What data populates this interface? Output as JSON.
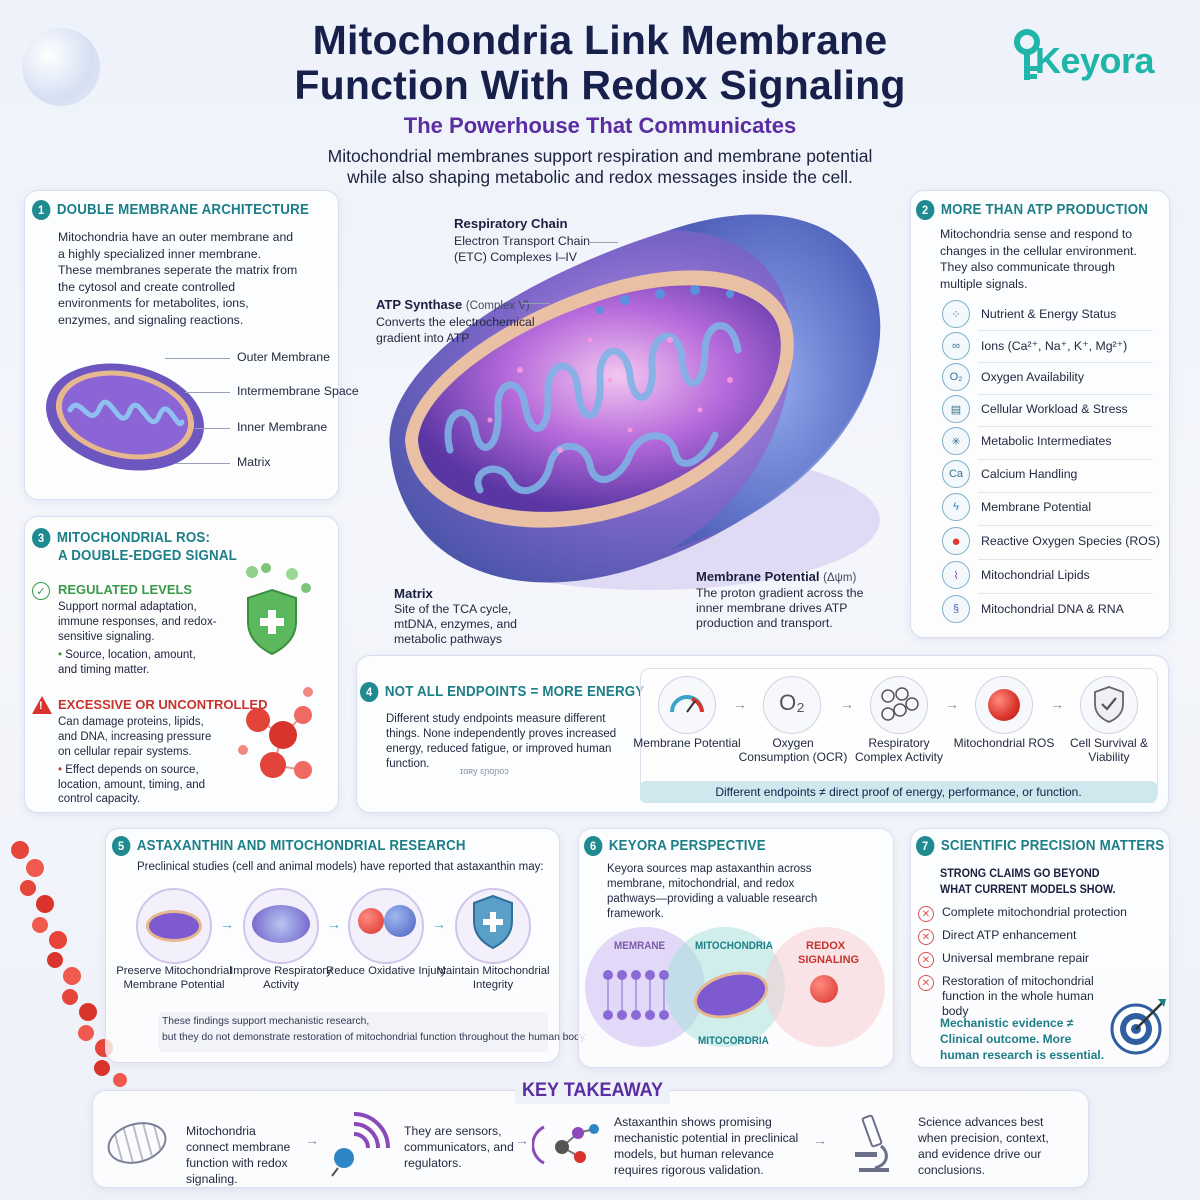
{
  "header": {
    "title_line1": "Mitochondria Link Membrane",
    "title_line2": "Function With Redox Signaling",
    "subtitle": "The Powerhouse That Communicates",
    "intro_line1": "Mitochondrial membranes support respiration and membrane potential",
    "intro_line2": "while also shaping metabolic and redox messages inside the cell.",
    "logo": "Keyora"
  },
  "section1": {
    "number": "1",
    "title": "DOUBLE MEMBRANE ARCHITECTURE",
    "body": "Mitochondria have an outer membrane and a highly specialized inner membrane. These membranes seperate the matrix from the cytosol and create controlled environments for metabolites, ions, enzymes, and signaling reactions.",
    "labels": [
      "Outer Membrane",
      "Intermembrane Space",
      "Inner Membrane",
      "Matrix"
    ]
  },
  "center": {
    "resp_title": "Respiratory Chain",
    "resp_body1": "Electron Transport Chain",
    "resp_body2": "(ETC) Complexes I–IV",
    "atp_title": "ATP Synthase",
    "atp_suffix": "(Complex V)",
    "atp_body1": "Converts the electrochemical",
    "atp_body2": "gradient into ATP",
    "matrix_title": "Matrix",
    "matrix_body1": "Site of the TCA cycle,",
    "matrix_body2": "mtDNA, enzymes, and",
    "matrix_body3": "metabolic pathways",
    "mp_title": "Membrane Potential",
    "mp_symbol": "(Δψm)",
    "mp_body1": "The proton gradient across the",
    "mp_body2": "inner membrane drives ATP",
    "mp_body3": "production and transport."
  },
  "section2": {
    "number": "2",
    "title": "MORE THAN ATP PRODUCTION",
    "body": "Mitochondria sense and respond to changes in the cellular environment. They also communicate through multiple signals.",
    "items": [
      {
        "icon": "⁘",
        "label": "Nutrient & Energy Status"
      },
      {
        "icon": "∞",
        "label": "Ions (Ca²⁺, Na⁺, K⁺, Mg²⁺)"
      },
      {
        "icon": "O₂",
        "label": "Oxygen Availability"
      },
      {
        "icon": "▤",
        "label": "Cellular Workload & Stress"
      },
      {
        "icon": "✳",
        "label": "Metabolic Intermediates"
      },
      {
        "icon": "Ca",
        "label": "Calcium Handling"
      },
      {
        "icon": "ϟ",
        "label": "Membrane Potential"
      },
      {
        "icon": "●",
        "label": "Reactive Oxygen Species (ROS)"
      },
      {
        "icon": "⌇",
        "label": "Mitochondrial Lipids"
      },
      {
        "icon": "§",
        "label": "Mitochondrial DNA & RNA"
      }
    ]
  },
  "section3": {
    "number": "3",
    "title_line1": "MITOCHONDRIAL ROS:",
    "title_line2": "A DOUBLE-EDGED SIGNAL",
    "regulated_title": "REGULATED LEVELS",
    "regulated_body": "Support normal adaptation, immune responses, and redox-sensitive signaling.",
    "regulated_bullet": "Source, location, amount, and timing matter.",
    "excessive_title": "EXCESSIVE OR UNCONTROLLED",
    "excessive_body": "Can damage proteins, lipids, and DNA, increasing pressure on cellular repair systems.",
    "excessive_bullet": "Effect depends on source, location, amount, timing, and control capacity."
  },
  "section4": {
    "number": "4",
    "title": "NOT ALL ENDPOINTS = MORE ENERGY",
    "body": "Different study endpoints measure different things. None independently proves increased energy, reduced fatigue, or improved human function.",
    "faint": "ɪɑʀy ɛɲɑɲoɔ",
    "endpoints": [
      "Membrane Potential",
      "Oxygen Consumption (OCR)",
      "Respiratory Complex Activity",
      "Mitochondrial ROS",
      "Cell Survival & Viability"
    ],
    "endpoint_o2": "O₂",
    "banner": "Different endpoints ≠ direct proof of energy, performance, or function."
  },
  "section5": {
    "number": "5",
    "title": "ASTAXANTHIN AND MITOCHONDRIAL RESEARCH",
    "intro": "Preclinical studies (cell and animal models) have reported that astaxanthin may:",
    "steps": [
      "Preserve Mitochondrial Membrane Potential",
      "Improve Respiratory Activity",
      "Reduce Oxidative Injury",
      "Maintain Mitochondrial Integrity"
    ],
    "note_line1": "These findings support mechanistic research,",
    "note_line2": "but they do not demonstrate restoration of mitochondrial function throughout the human body."
  },
  "section6": {
    "number": "6",
    "title": "KEYORA PERSPECTIVE",
    "body": "Keyora sources map astaxanthin across membrane, mitochondrial, and redox pathways—providing a valuable research framework.",
    "venn_left": "MEMRANE",
    "venn_mid": "MITOCHONDRIA",
    "venn_right_1": "REDOX",
    "venn_right_2": "SIGNALING",
    "venn_bottom": "MITOCORDRIA"
  },
  "section7": {
    "number": "7",
    "title": "SCIENTIFIC PRECISION MATTERS",
    "strong_line1": "STRONG CLAIMS GO BEYOND",
    "strong_line2": "WHAT CURRENT MODELS SHOW.",
    "claims": [
      "Complete mitochondrial protection",
      "Direct ATP enhancement",
      "Universal membrane repair",
      "Restoration of mitochondrial function in the whole human body"
    ],
    "footer": "Mechanistic evidence ≠ Clinical outcome. More human research is essential."
  },
  "takeaway": {
    "title": "KEY TAKEAWAY",
    "items": [
      "Mitochondria connect membrane function with redox signaling.",
      "They are sensors, communicators, and regulators.",
      "Astaxanthin shows promising mechanistic potential in preclinical models, but human relevance requires rigorous validation.",
      "Science advances best when precision, context, and evidence drive our conclusions."
    ]
  },
  "colors": {
    "teal": "#1c7e86",
    "navy": "#16204a",
    "purple": "#5a2ea0",
    "red": "#c8332c",
    "green": "#3a9a4a"
  }
}
